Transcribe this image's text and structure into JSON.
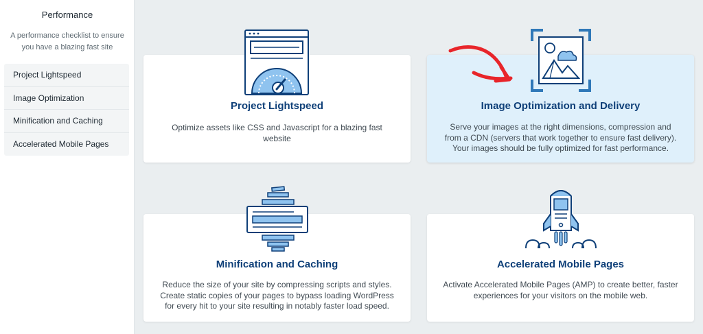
{
  "sidebar": {
    "title": "Performance",
    "description": "A performance checklist to ensure you have a blazing fast site",
    "items": [
      {
        "label": "Project Lightspeed"
      },
      {
        "label": "Image Optimization"
      },
      {
        "label": "Minification and Caching"
      },
      {
        "label": "Accelerated Mobile Pages"
      }
    ]
  },
  "cards": [
    {
      "title": "Project Lightspeed",
      "description": "Optimize assets like CSS and Javascript for a blazing fast website",
      "icon": "speedometer-browser-icon"
    },
    {
      "title": "Image Optimization and Delivery",
      "description": "Serve your images at the right dimensions, compression and from a CDN (servers that work together to ensure fast delivery). Your images should be fully optimized for fast performance.",
      "icon": "image-frame-icon",
      "active": true
    },
    {
      "title": "Minification and Caching",
      "description": "Reduce the size of your site by compressing scripts and styles. Create static copies of your pages to bypass loading WordPress for every hit to your site resulting in notably faster load speed.",
      "icon": "compress-stack-icon"
    },
    {
      "title": "Accelerated Mobile Pages",
      "description": "Activate Accelerated Mobile Pages (AMP) to create better, faster experiences for your visitors on the mobile web.",
      "icon": "mobile-rocket-icon"
    }
  ],
  "colors": {
    "accent_dark": "#0e3f78",
    "accent_light": "#8fc3ef",
    "card_active_bg": "#dff0fb",
    "page_bg": "#eaeef0",
    "arrow": "#e8252a"
  }
}
